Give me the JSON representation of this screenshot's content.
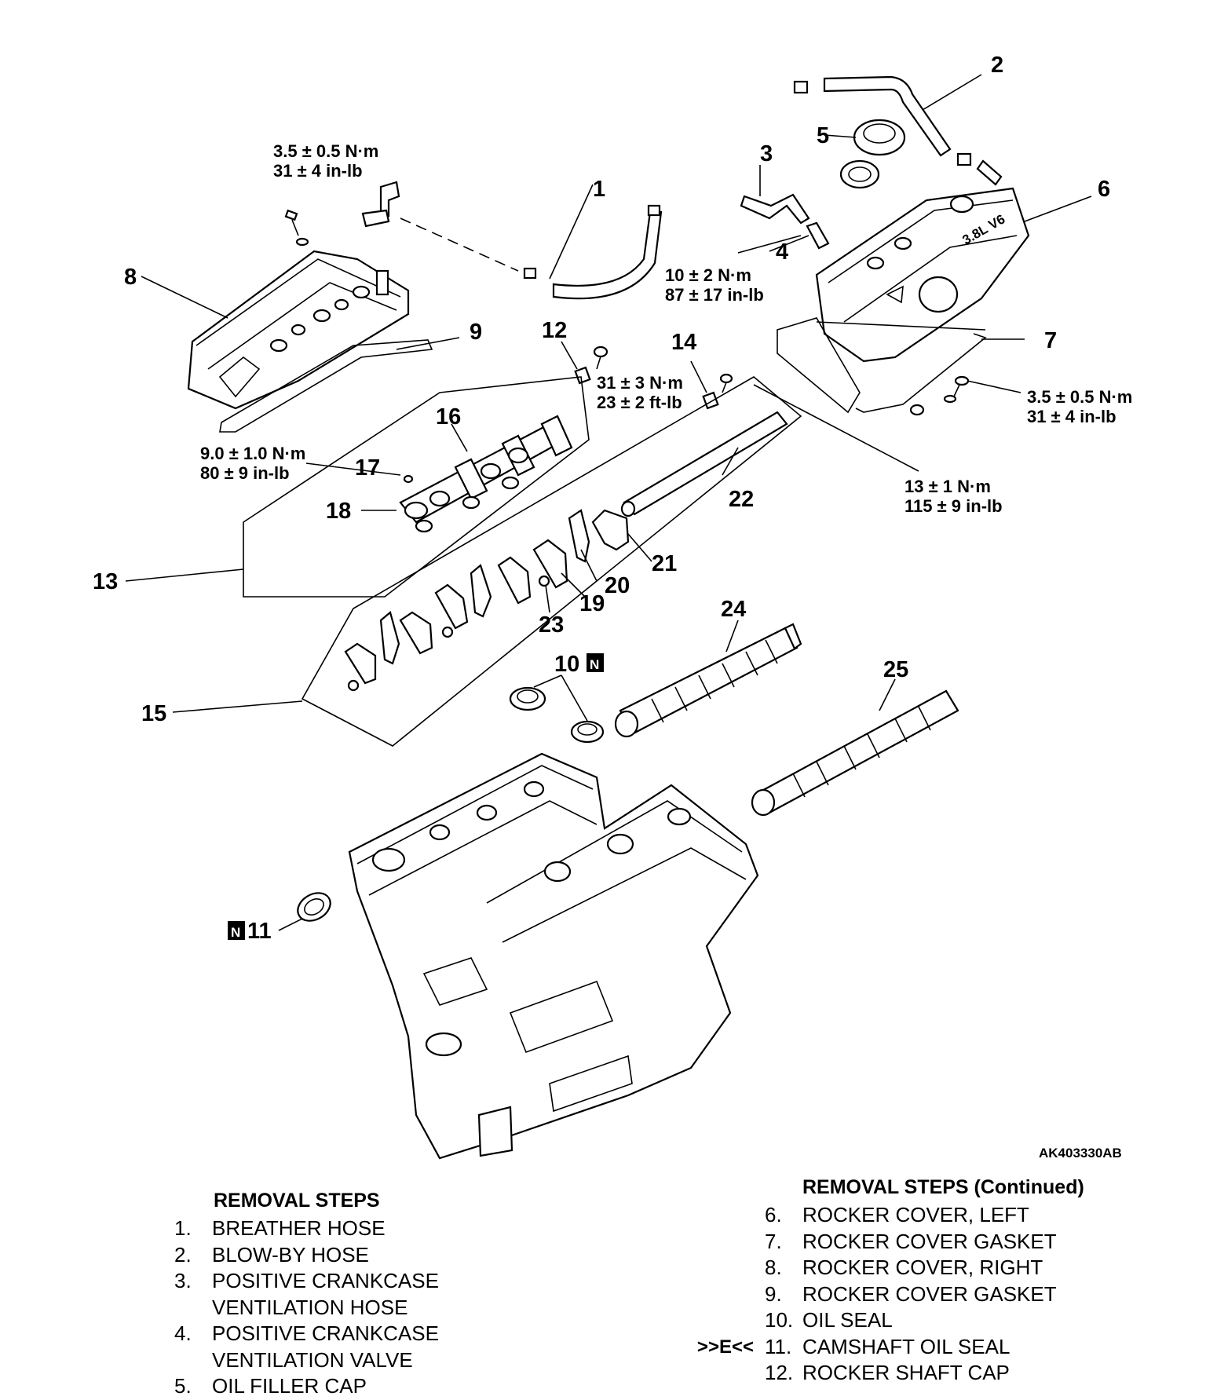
{
  "figure_id": "AK403330AB",
  "callouts": [
    "1",
    "2",
    "3",
    "4",
    "5",
    "6",
    "7",
    "8",
    "9",
    "10",
    "11",
    "12",
    "13",
    "14",
    "15",
    "16",
    "17",
    "18",
    "19",
    "20",
    "21",
    "22",
    "23",
    "24",
    "25"
  ],
  "new_part_marker": "N",
  "torques": {
    "t1": [
      "3.5 ± 0.5 N·m",
      "31 ± 4 in-lb"
    ],
    "t2": [
      "10 ± 2 N·m",
      "87 ± 17 in-lb"
    ],
    "t3": [
      "31 ± 3 N·m",
      "23 ± 2 ft-lb"
    ],
    "t4": [
      "3.5 ± 0.5 N·m",
      "31 ± 4 in-lb"
    ],
    "t5": [
      "9.0 ± 1.0 N·m",
      "80 ± 9 in-lb"
    ],
    "t6": [
      "13 ± 1 N·m",
      "115 ± 9 in-lb"
    ]
  },
  "cover_text": "3.8L V6",
  "removal_left": {
    "title": "REMOVAL STEPS",
    "items": [
      {
        "num": "1.",
        "text": "BREATHER HOSE"
      },
      {
        "num": "2.",
        "text": "BLOW-BY HOSE"
      },
      {
        "num": "3.",
        "text": "POSITIVE CRANKCASE"
      },
      {
        "num": "",
        "text": "VENTILATION HOSE"
      },
      {
        "num": "4.",
        "text": "POSITIVE CRANKCASE"
      },
      {
        "num": "",
        "text": "VENTILATION VALVE"
      },
      {
        "num": "5.",
        "text": "OIL FILLER CAP"
      }
    ]
  },
  "removal_right": {
    "title": "REMOVAL STEPS (Continued)",
    "items": [
      {
        "mark": "",
        "num": "6.",
        "text": "ROCKER COVER, LEFT"
      },
      {
        "mark": "",
        "num": "7.",
        "text": "ROCKER COVER GASKET"
      },
      {
        "mark": "",
        "num": "8.",
        "text": "ROCKER COVER, RIGHT"
      },
      {
        "mark": "",
        "num": "9.",
        "text": "ROCKER COVER GASKET"
      },
      {
        "mark": "",
        "num": "10.",
        "text": "OIL SEAL"
      },
      {
        "mark": ">>E<<",
        "num": "11.",
        "text": "CAMSHAFT OIL SEAL"
      },
      {
        "mark": "",
        "num": "12.",
        "text": "ROCKER SHAFT CAP"
      }
    ]
  }
}
